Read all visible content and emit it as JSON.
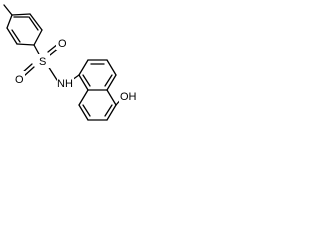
{
  "molecule": {
    "atom_labels": {
      "sulfur": "S",
      "oxygen_top": "O",
      "oxygen_bottom": "O",
      "amine": "NH",
      "hydroxyl": "OH"
    },
    "color": "#000000",
    "background": "#ffffff"
  }
}
